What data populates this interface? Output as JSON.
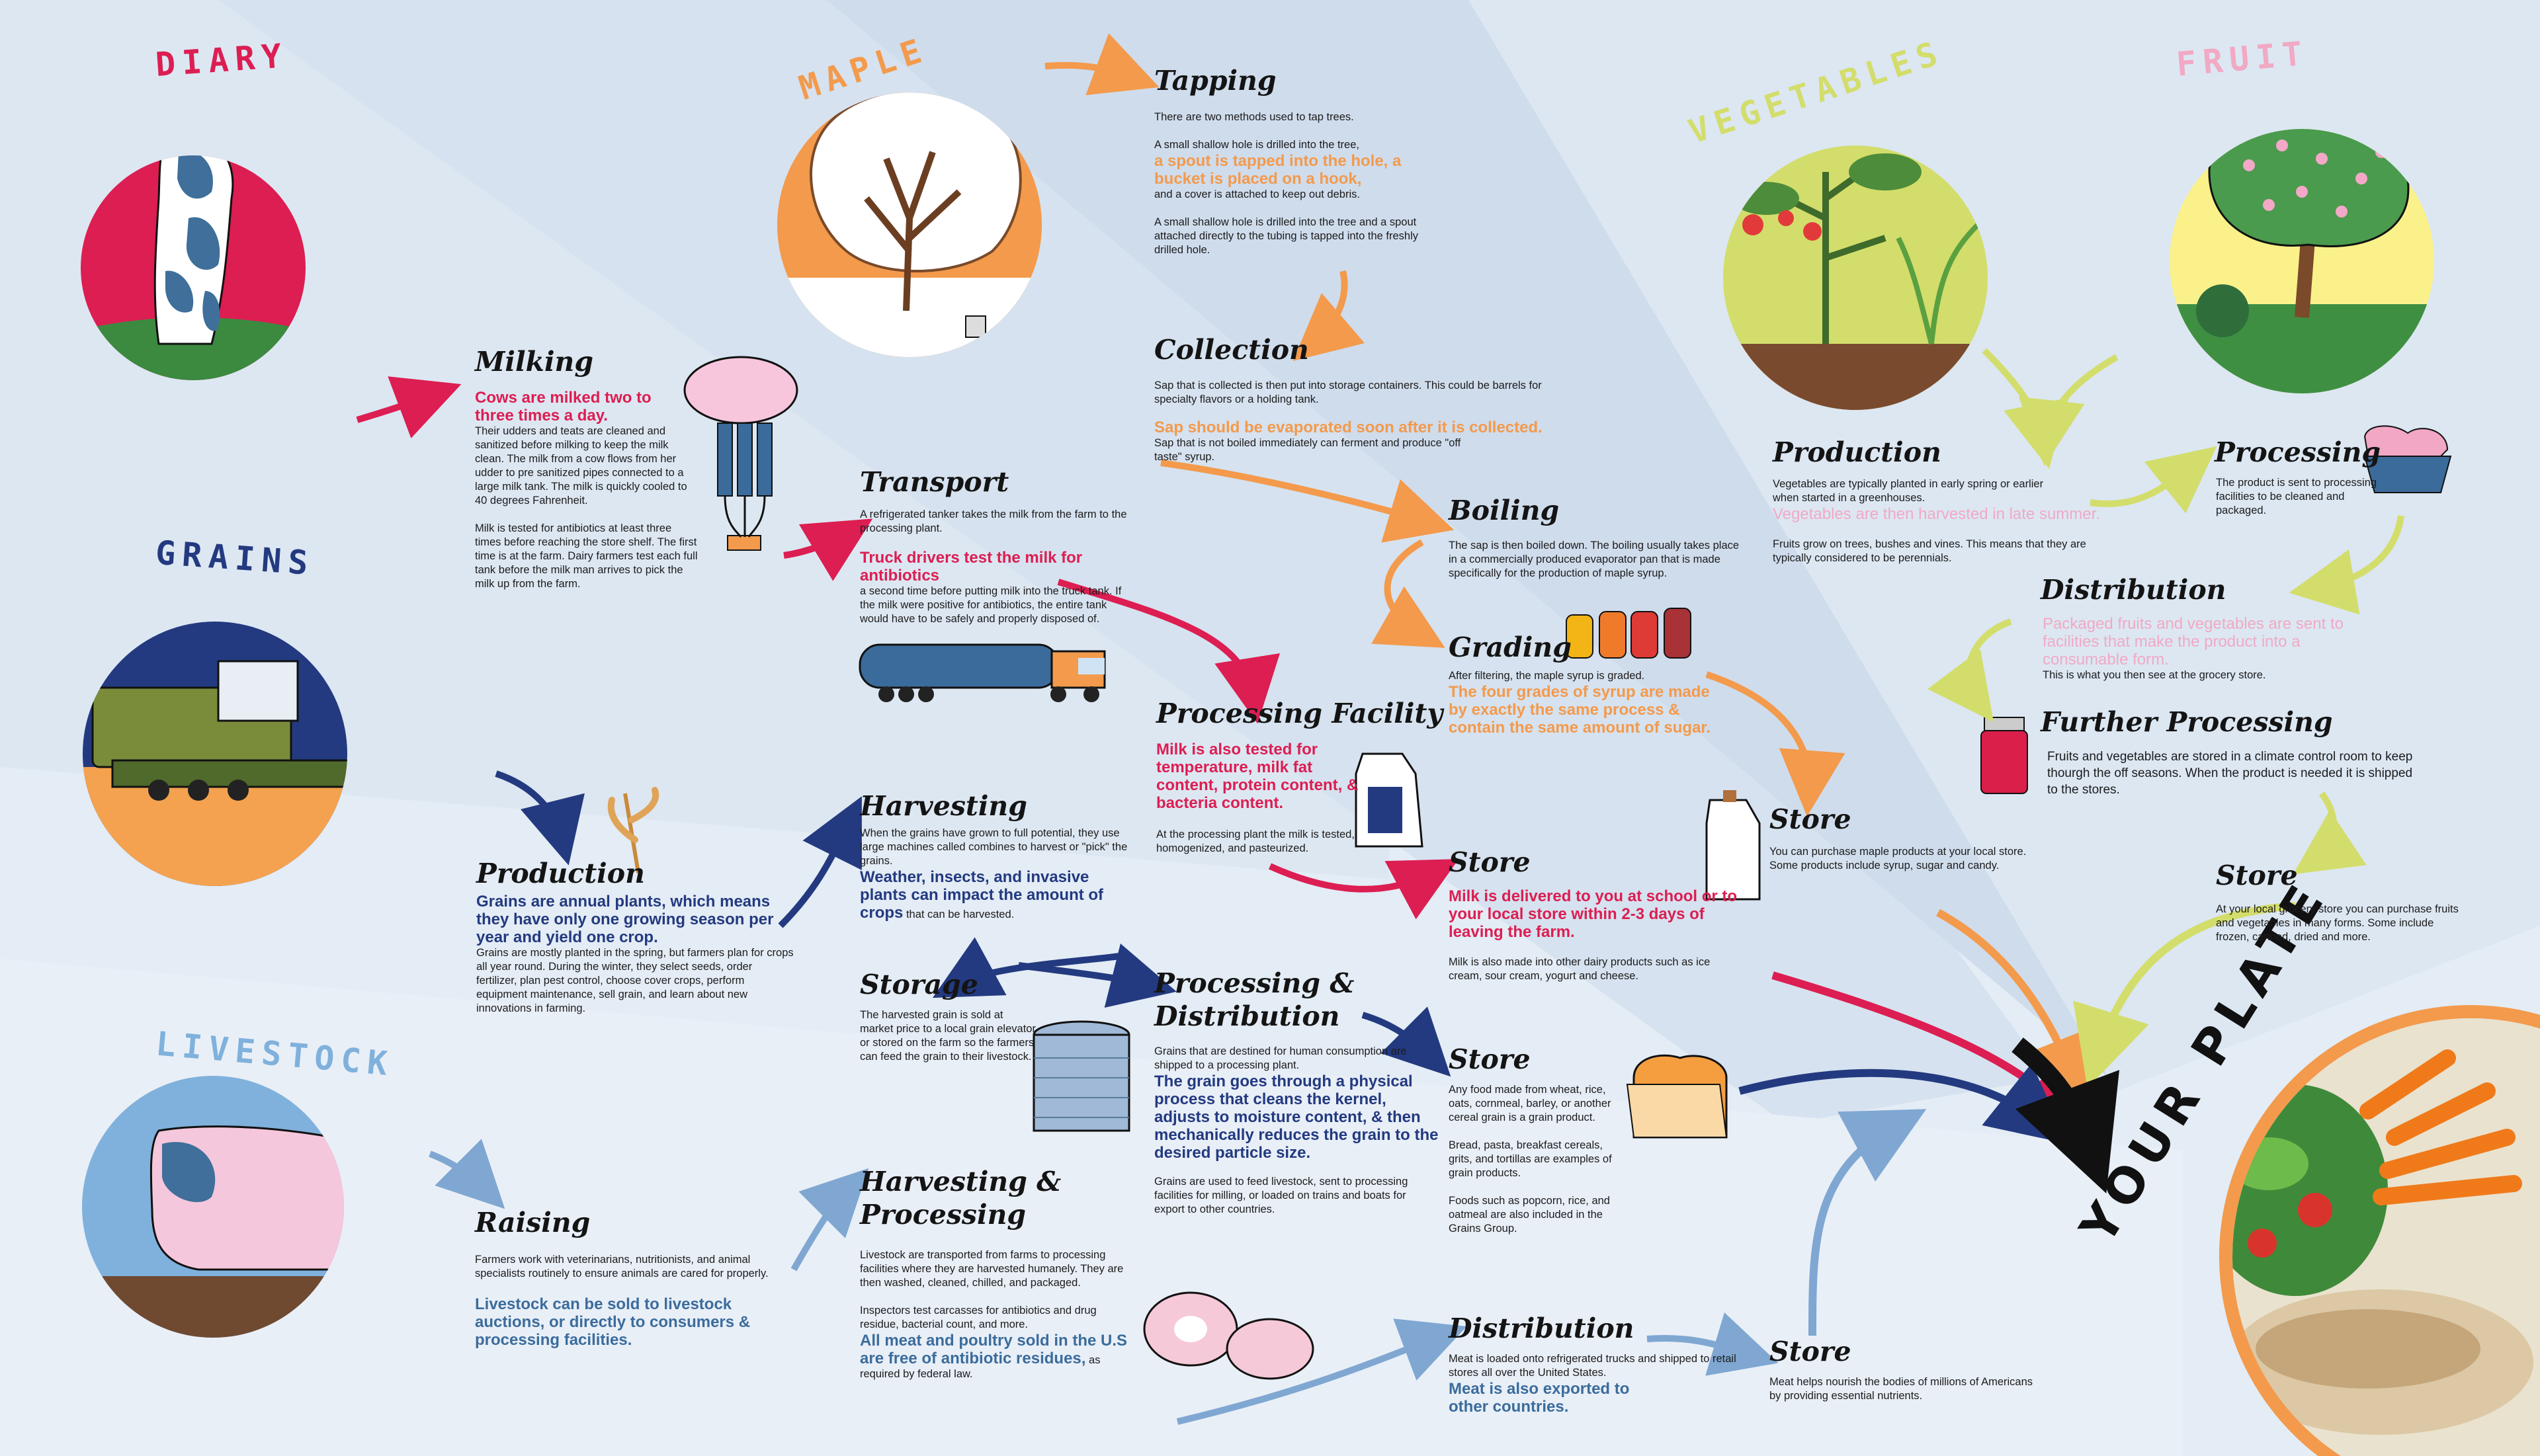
{
  "categories": {
    "dairy": "DIARY",
    "maple": "MAPLE",
    "vegetables": "VEGETABLES",
    "fruit": "FRUIT",
    "grains": "GRAINS",
    "livestock": "LIVESTOCK"
  },
  "plate": "YOUR PLATE",
  "colors": {
    "dairy": "#dc1e52",
    "maple": "#f39a4c",
    "grains": "#233a80",
    "livestock": "#3b6c9c",
    "vegetables": "#d3dd6b",
    "fruit": "#f1a9c4",
    "dark_arrow": "#111111"
  },
  "dairy": {
    "milking": {
      "title": "Milking",
      "em": "Cows are milked two to three times a day.",
      "text": "Their udders and teats are cleaned and sanitized before milking to keep the milk clean. The milk from a cow flows from her udder to pre sanitized pipes connected to a large milk tank. The milk is quickly cooled to 40 degrees Fahrenheit.",
      "text2": "Milk is tested for antibiotics at least three times before reaching the store shelf. The first time is at the farm. Dairy farmers test each full tank before the milk man arrives to pick the milk up from the farm."
    },
    "transport": {
      "title": "Transport",
      "text": "A refrigerated tanker takes the milk from the farm to the processing plant.",
      "em": "Truck drivers test the milk for antibiotics",
      "text2": "a second time before putting milk into the truck tank. If the milk were positive for antibiotics, the entire tank would have to be safely and properly disposed of."
    },
    "processing": {
      "title": "Processing Facility",
      "em": "Milk is also tested for temperature, milk fat content, protein content, & bacteria content.",
      "text": "At the processing plant the milk is tested, homogenized, and pasteurized."
    },
    "store": {
      "title": "Store",
      "em": "Milk is delivered to you at school or to your local store within 2-3 days of leaving the farm.",
      "text": "Milk is also made into other dairy products such as ice cream, sour cream, yogurt and cheese."
    }
  },
  "maple": {
    "tapping": {
      "title": "Tapping",
      "text": "There are two methods used to tap trees.",
      "text2": "A small shallow hole is drilled into the tree,",
      "em": "a spout is tapped into the hole, a bucket is placed on a hook,",
      "text3": "and a cover is attached to keep out debris.",
      "text4": "A small shallow hole is drilled into the tree and a spout attached directly to the tubing is tapped into the freshly drilled hole."
    },
    "collection": {
      "title": "Collection",
      "text": "Sap that is collected is then put into storage containers. This could be barrels for specialty flavors or a holding tank.",
      "em": "Sap should be evaporated soon after it is collected.",
      "text2": "Sap that is not boiled immediately can ferment and produce \"off taste\" syrup."
    },
    "boiling": {
      "title": "Boiling",
      "text": "The sap is then boiled down. The boiling usually takes place in a commercially produced evaporator pan that is made specifically for the production of maple syrup."
    },
    "grading": {
      "title": "Grading",
      "text": "After filtering, the maple syrup is graded.",
      "em": "The four grades of syrup are made by exactly the same process & contain the same amount of sugar."
    },
    "store": {
      "title": "Store",
      "text": "You can purchase maple products at your local store. Some products include syrup, sugar and candy."
    }
  },
  "grains": {
    "production": {
      "title": "Production",
      "em": "Grains are annual plants, which means they have only one growing season per year and yield one crop.",
      "text": "Grains are mostly planted in the spring, but farmers plan for crops all year round. During the winter, they select seeds, order fertilizer, plan pest control, choose cover crops, perform equipment maintenance, sell grain, and learn about new innovations in farming."
    },
    "harvesting": {
      "title": "Harvesting",
      "text": "When the grains have grown to full potential, they use large machines called combines to harvest or \"pick\" the grains.",
      "em": "Weather, insects, and invasive plants can impact the amount of crops",
      "text2": "that can be harvested."
    },
    "storage": {
      "title": "Storage",
      "text": "The harvested grain is sold at market price to a local grain elevator or stored on the farm so the farmers can feed the grain to their livestock."
    },
    "processing": {
      "title": "Processing & Distribution",
      "text": "Grains that are destined for human consumption are shipped to a processing plant.",
      "em": "The grain goes through a physical process that cleans the kernel, adjusts to moisture content, & then mechanically reduces the grain to the desired particle size.",
      "text2": "Grains are used to feed livestock, sent to processing facilities for milling, or loaded on trains and boats for export to other countries."
    },
    "store": {
      "title": "Store",
      "text": "Any food made from wheat, rice, oats, cornmeal, barley, or another cereal grain is a grain product.",
      "text2": "Bread, pasta, breakfast cereals, grits, and tortillas are examples of grain products.",
      "text3": "Foods such as popcorn, rice, and oatmeal are also included in the Grains Group."
    }
  },
  "livestock": {
    "raising": {
      "title": "Raising",
      "text": "Farmers work with veterinarians, nutritionists, and animal specialists routinely to ensure animals are cared for properly.",
      "em": "Livestock can be sold to livestock auctions, or directly to consumers & processing facilities."
    },
    "harvesting": {
      "title": "Harvesting & Processing",
      "text": "Livestock are transported from farms to processing facilities where they are harvested humanely. They are then washed, cleaned, chilled, and packaged.",
      "text2": "Inspectors test carcasses for antibiotics and drug residue, bacterial count, and more.",
      "em": "All meat and poultry sold in the U.S are free of antibiotic residues,",
      "text3": "as required by federal law."
    },
    "distribution": {
      "title": "Distribution",
      "text": "Meat is loaded onto refrigerated trucks and shipped to retail stores all over the United States.",
      "em": "Meat is also exported to other countries."
    },
    "store": {
      "title": "Store",
      "text": "Meat helps nourish the bodies of millions of Americans by providing essential nutrients."
    }
  },
  "produce": {
    "production": {
      "title": "Production",
      "text": "Vegetables are typically planted in early spring or earlier when started in a greenhouses.",
      "em": "Vegetables are then harvested in late summer.",
      "text2": "Fruits grow on trees, bushes and vines. This means that they are typically considered to be perennials."
    },
    "processing": {
      "title": "Processing",
      "text": "The product is sent to processing facilities to be cleaned and packaged."
    },
    "distribution": {
      "title": "Distribution",
      "em": "Packaged fruits and vegetables are sent to facilities that make the product into a consumable form.",
      "text": "This is what you then see at the grocery store."
    },
    "further": {
      "title": "Further Processing",
      "text": "Fruits and vegetables are stored in a climate control room to keep thourgh the off seasons. When the product is needed it is shipped to the stores."
    },
    "store": {
      "title": "Store",
      "text": "At your local grocery store you can purchase fruits and vegetables in many forms. Some include frozen, canned, dried and more."
    }
  }
}
